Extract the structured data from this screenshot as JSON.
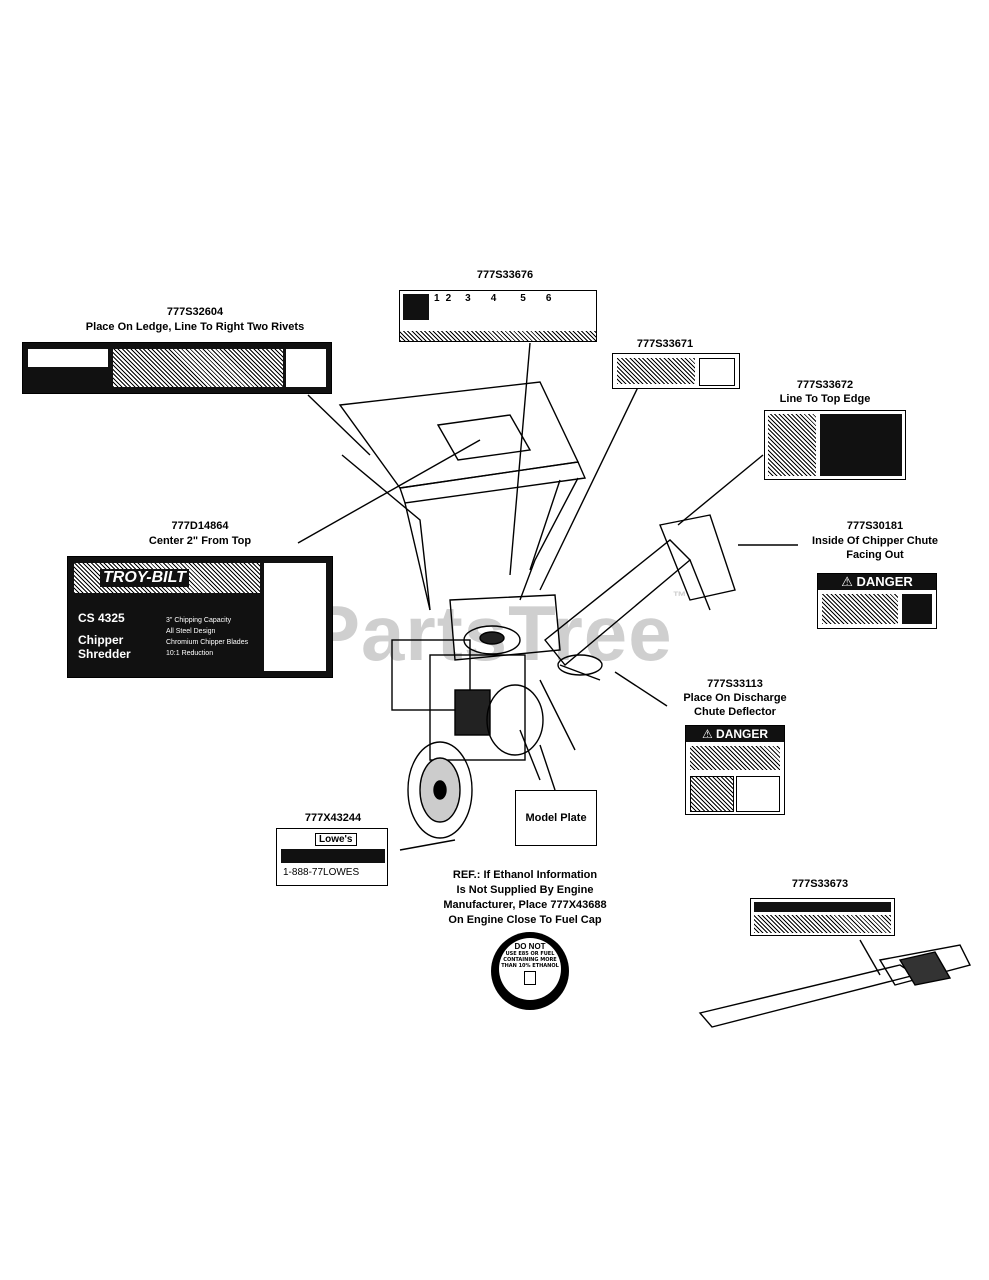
{
  "labels": {
    "l776": {
      "part": "777S33676"
    },
    "l604": {
      "part": "777S32604",
      "note": "Place On Ledge, Line To Right Two Rivets"
    },
    "l671": {
      "part": "777S33671"
    },
    "l672": {
      "part": "777S33672",
      "note": "Line To Top Edge"
    },
    "l864": {
      "part": "777D14864",
      "note": "Center 2\" From Top"
    },
    "l181": {
      "part": "777S30181",
      "note1": "Inside Of Chipper Chute",
      "note2": "Facing Out"
    },
    "l113": {
      "part": "777S33113",
      "note1": "Place On Discharge",
      "note2": "Chute Deflector"
    },
    "l244": {
      "part": "777X43244"
    },
    "l673": {
      "part": "777S33673"
    }
  },
  "model_plate": "Model Plate",
  "ref_note": {
    "line1": "REF.: If Ethanol Information",
    "line2": "Is Not Supplied By Engine",
    "line3": "Manufacturer, Place 777X43688",
    "line4": "On Engine Close To Fuel Cap"
  },
  "decals": {
    "steps": [
      "1",
      "2",
      "3",
      "4",
      "5",
      "6"
    ],
    "cs_brand": "TROY-BILT",
    "cs_model": "CS 4325",
    "cs_name1": "Chipper",
    "cs_name2": "Shredder",
    "cs_features": [
      "3\" Chipping Capacity",
      "All Steel Design",
      "Chromium Chipper Blades",
      "10:1 Reduction"
    ],
    "danger": "DANGER",
    "danger_sym": "⚠",
    "lowes": "Lowe's",
    "lowes_phone": "1-888-77LOWES",
    "ethanol1": "DO NOT",
    "ethanol2": "USE E85 OR FUEL",
    "ethanol3": "CONTAINING MORE",
    "ethanol4": "THAN 10% ETHANOL"
  },
  "watermark": "PartsTree",
  "watermark_tm": "™"
}
